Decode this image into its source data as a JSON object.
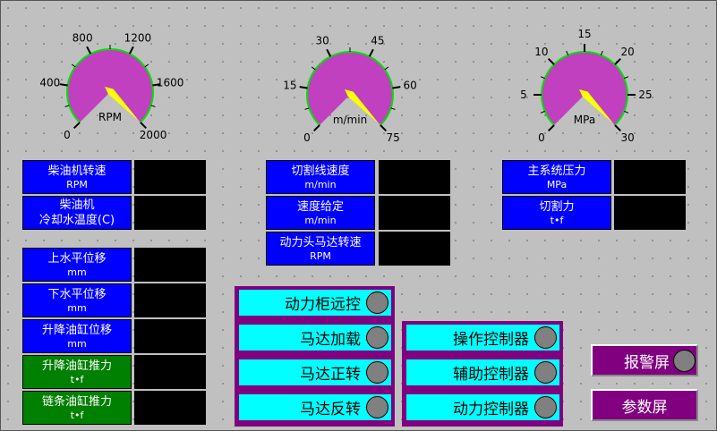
{
  "colors": {
    "gauge_fill": "#c040c0",
    "gauge_rim": "#00e000",
    "needle": "#ffff00",
    "label_blue": "#0000ff",
    "label_green": "#008000",
    "panel": "#800080",
    "row": "#00ffff",
    "led_off": "#808080"
  },
  "gauges": [
    {
      "unit": "RPM",
      "ticks": [
        "0",
        "400",
        "800",
        "1200",
        "1600",
        "2000"
      ],
      "min": 0,
      "max": 2000,
      "value": 2000
    },
    {
      "unit": "m/min",
      "ticks": [
        "0",
        "15",
        "30",
        "45",
        "60",
        "75"
      ],
      "min": 0,
      "max": 75,
      "value": 75
    },
    {
      "unit": "MPa",
      "ticks": [
        "0",
        "5",
        "10",
        "15",
        "20",
        "25",
        "30"
      ],
      "min": 0,
      "max": 30,
      "value": 30
    }
  ],
  "left_top": [
    {
      "title": "柴油机转速",
      "unit": "RPM"
    },
    {
      "title": "柴油机",
      "unit": "冷却水温度(C)"
    }
  ],
  "left_bottom": [
    {
      "title": "上水平位移",
      "unit": "mm"
    },
    {
      "title": "下水平位移",
      "unit": "mm"
    },
    {
      "title": "升降油缸位移",
      "unit": "mm"
    },
    {
      "title": "升降油缸推力",
      "unit": "t•f"
    },
    {
      "title": "链条油缸推力",
      "unit": "t•f"
    }
  ],
  "middle": [
    {
      "title": "切割线速度",
      "unit": "m/min"
    },
    {
      "title": "速度给定",
      "unit": "m/min"
    },
    {
      "title": "动力头马达转速",
      "unit": "RPM"
    }
  ],
  "right": [
    {
      "title": "主系统压力",
      "unit": "MPa"
    },
    {
      "title": "切割力",
      "unit": "t•f"
    }
  ],
  "panel1": [
    "动力柜远控",
    "马达加载",
    "马达正转",
    "马达反转"
  ],
  "panel2": [
    "操作控制器",
    "辅助控制器",
    "动力控制器"
  ],
  "buttons": {
    "alarm": "报警屏",
    "params": "参数屏"
  }
}
